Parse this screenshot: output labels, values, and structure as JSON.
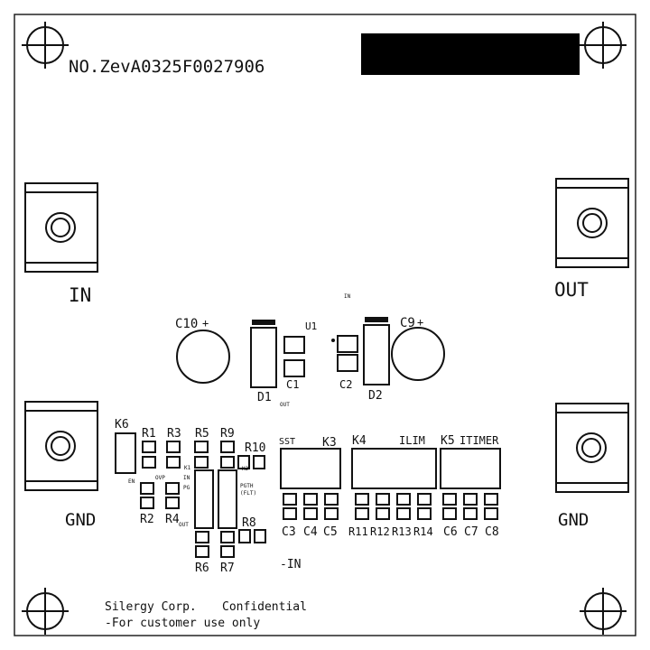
{
  "board": {
    "serial": "NO.ZevA0325F0027906",
    "footer_company": "Silergy Corp.",
    "footer_confidential": "Confidential",
    "footer_note": "-For customer use only",
    "minus_in": "-IN"
  },
  "terminals": {
    "in": "IN",
    "out": "OUT",
    "gnd_left": "GND",
    "gnd_right": "GND"
  },
  "components": {
    "c10": "C10",
    "c9": "C9",
    "plus": "+",
    "u1": "U1",
    "d1": "D1",
    "d2": "D2",
    "c1": "C1",
    "c2": "C2",
    "in_small": "IN",
    "out_small": "OUT",
    "k6": "K6",
    "en": "EN",
    "r1": "R1",
    "r2": "R2",
    "r3": "R3",
    "r4": "R4",
    "r5": "R5",
    "r6": "R6",
    "r7": "R7",
    "r8": "R8",
    "r9": "R9",
    "r10": "R10",
    "ovp": "OVP",
    "in_pg": "IN",
    "pg": "PG",
    "out_ic": "OUT",
    "k1": "K1",
    "k2": "K2",
    "pgth": "PGTH",
    "flt": "(FLT)",
    "sst": "SST",
    "k3": "K3",
    "k4": "K4",
    "ilim": "ILIM",
    "k5": "K5",
    "itimer": "ITIMER",
    "c3": "C3",
    "c4": "C4",
    "c5": "C5",
    "r11": "R11",
    "r12": "R12",
    "r13": "R13",
    "r14": "R14",
    "c6": "C6",
    "c7": "C7",
    "c8": "C8"
  }
}
